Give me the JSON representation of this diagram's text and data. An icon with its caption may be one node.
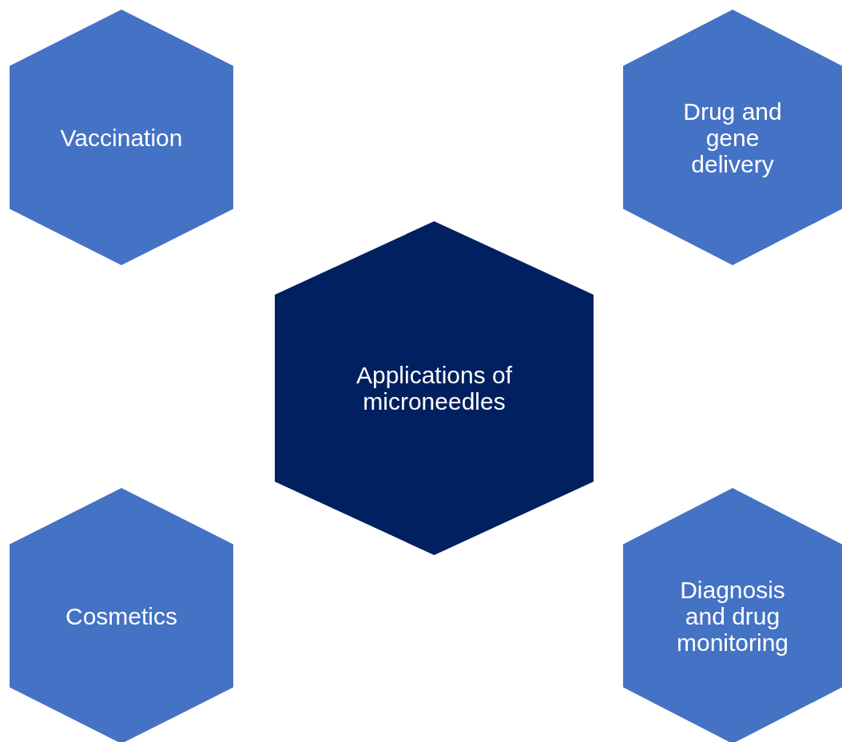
{
  "diagram": {
    "nodes": [
      {
        "text": [
          "Vaccination"
        ]
      },
      {
        "text": [
          "Drug and gene delivery"
        ]
      },
      {
        "text": [
          "Applications of microneedles"
        ]
      },
      {
        "text": [
          "Cosmetics"
        ]
      },
      {
        "text": [
          "Diagnosis and drug monitoring"
        ]
      }
    ]
  }
}
